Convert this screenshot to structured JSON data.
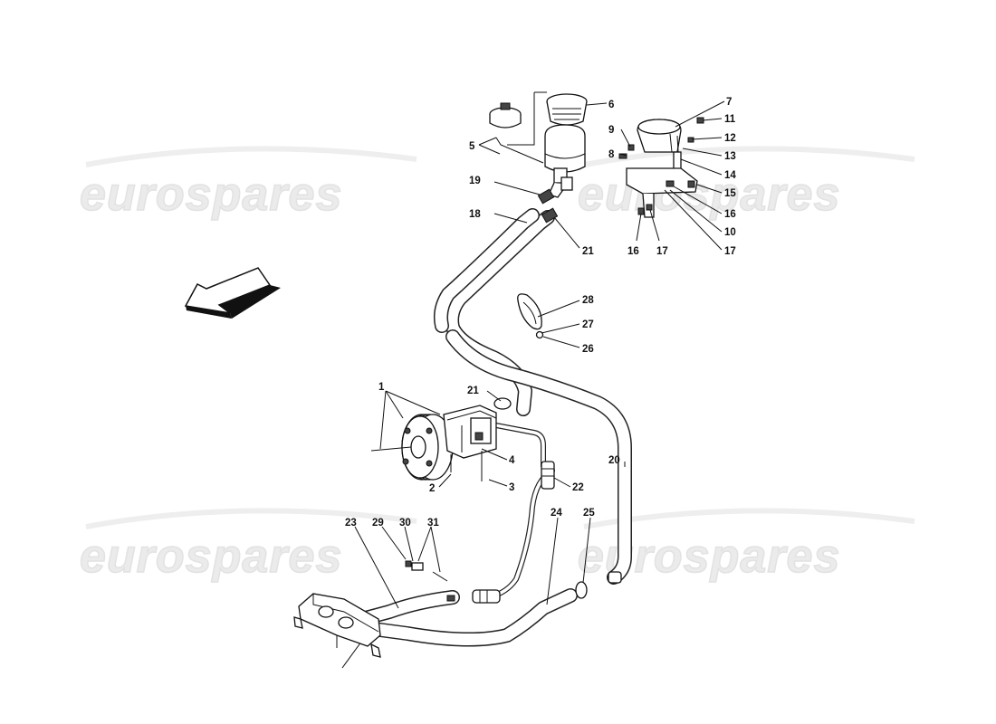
{
  "watermark": {
    "text": "eurospares"
  },
  "callouts": [
    {
      "id": "c1",
      "text": "1"
    },
    {
      "id": "c2",
      "text": "2"
    },
    {
      "id": "c3",
      "text": "3"
    },
    {
      "id": "c4",
      "text": "4"
    },
    {
      "id": "c5",
      "text": "5"
    },
    {
      "id": "c6",
      "text": "6"
    },
    {
      "id": "c7",
      "text": "7"
    },
    {
      "id": "c8",
      "text": "8"
    },
    {
      "id": "c9",
      "text": "9"
    },
    {
      "id": "c10",
      "text": "10"
    },
    {
      "id": "c11",
      "text": "11"
    },
    {
      "id": "c12",
      "text": "12"
    },
    {
      "id": "c13",
      "text": "13"
    },
    {
      "id": "c14",
      "text": "14"
    },
    {
      "id": "c15",
      "text": "15"
    },
    {
      "id": "c16a",
      "text": "16"
    },
    {
      "id": "c16b",
      "text": "16"
    },
    {
      "id": "c17a",
      "text": "17"
    },
    {
      "id": "c17b",
      "text": "17"
    },
    {
      "id": "c18",
      "text": "18"
    },
    {
      "id": "c19",
      "text": "19"
    },
    {
      "id": "c20",
      "text": "20"
    },
    {
      "id": "c21a",
      "text": "21"
    },
    {
      "id": "c21b",
      "text": "21"
    },
    {
      "id": "c22",
      "text": "22"
    },
    {
      "id": "c23",
      "text": "23"
    },
    {
      "id": "c24",
      "text": "24"
    },
    {
      "id": "c25",
      "text": "25"
    },
    {
      "id": "c26",
      "text": "26"
    },
    {
      "id": "c27",
      "text": "27"
    },
    {
      "id": "c28",
      "text": "28"
    },
    {
      "id": "c29",
      "text": "29"
    },
    {
      "id": "c30",
      "text": "30"
    },
    {
      "id": "c31",
      "text": "31"
    }
  ]
}
